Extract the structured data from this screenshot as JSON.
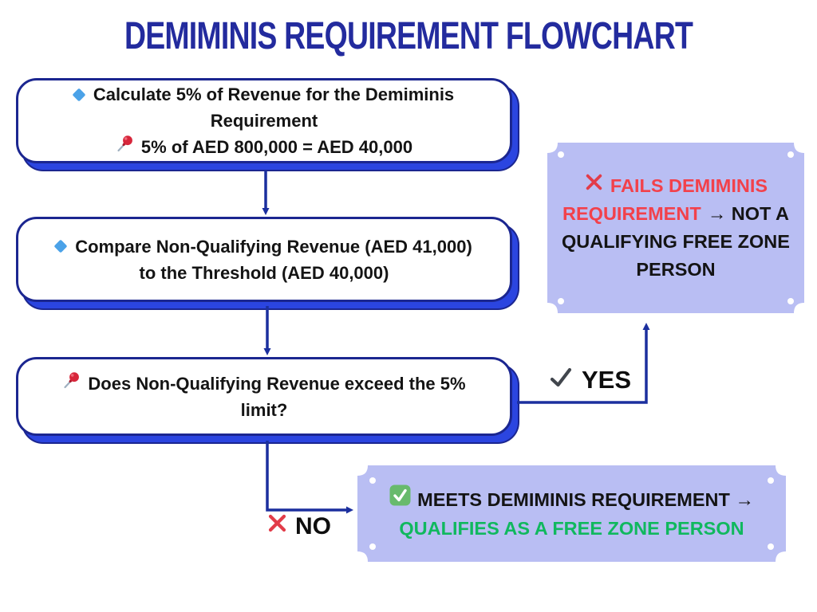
{
  "title": "DEMIMINIS REQUIREMENT FLOWCHART",
  "steps": {
    "step1": {
      "line1": "Calculate 5% of Revenue for the Demiminis",
      "line2": "Requirement",
      "line3": "5% of AED 800,000 = AED 40,000"
    },
    "step2": {
      "line1": "Compare Non-Qualifying Revenue (AED 41,000)",
      "line2": "to the Threshold (AED 40,000)"
    },
    "step3": {
      "line1": "Does Non-Qualifying Revenue exceed the 5%",
      "line2": "limit?"
    }
  },
  "decisions": {
    "yes": "YES",
    "no": "NO"
  },
  "outcomes": {
    "fail": {
      "line1_red": "FAILS DEMIMINIS",
      "line2_red": "REQUIREMENT",
      "line2_dark": "→ NOT A",
      "line3": "QUALIFYING FREE ZONE",
      "line4": "PERSON"
    },
    "pass": {
      "line1": "MEETS DEMIMINIS REQUIREMENT →",
      "line2": "QUALIFIES AS A FREE ZONE PERSON"
    }
  },
  "icons": {
    "step_bullet": "blue-diamond-icon",
    "note_marker": "pushpin-icon",
    "yes_marker": "check-icon",
    "no_marker": "red-cross-icon",
    "fail_marker": "red-cross-icon",
    "pass_marker": "green-check-square-icon"
  },
  "colors": {
    "title": "#232b9e",
    "node_border": "#1b2690",
    "node_shadow": "#2b45e0",
    "connector": "#1b2f9e",
    "outcome_fill": "#b9bef3",
    "fail_red": "#f2414b",
    "pass_green": "#10b85e",
    "diamond_blue": "#4ba2e8",
    "text_dark": "#141414"
  }
}
